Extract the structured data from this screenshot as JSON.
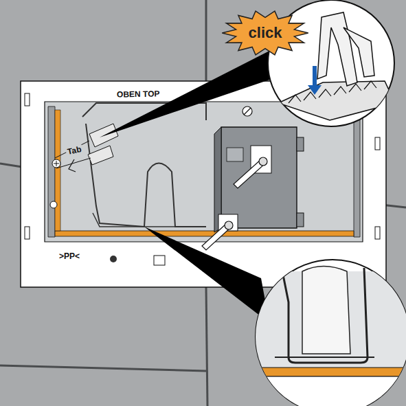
{
  "diagram": {
    "nodes": [
      {
        "text": [
          "click"
        ]
      }
    ],
    "labels": [
      "OBEN TOP",
      "Tab",
      ">PP<"
    ]
  }
}
